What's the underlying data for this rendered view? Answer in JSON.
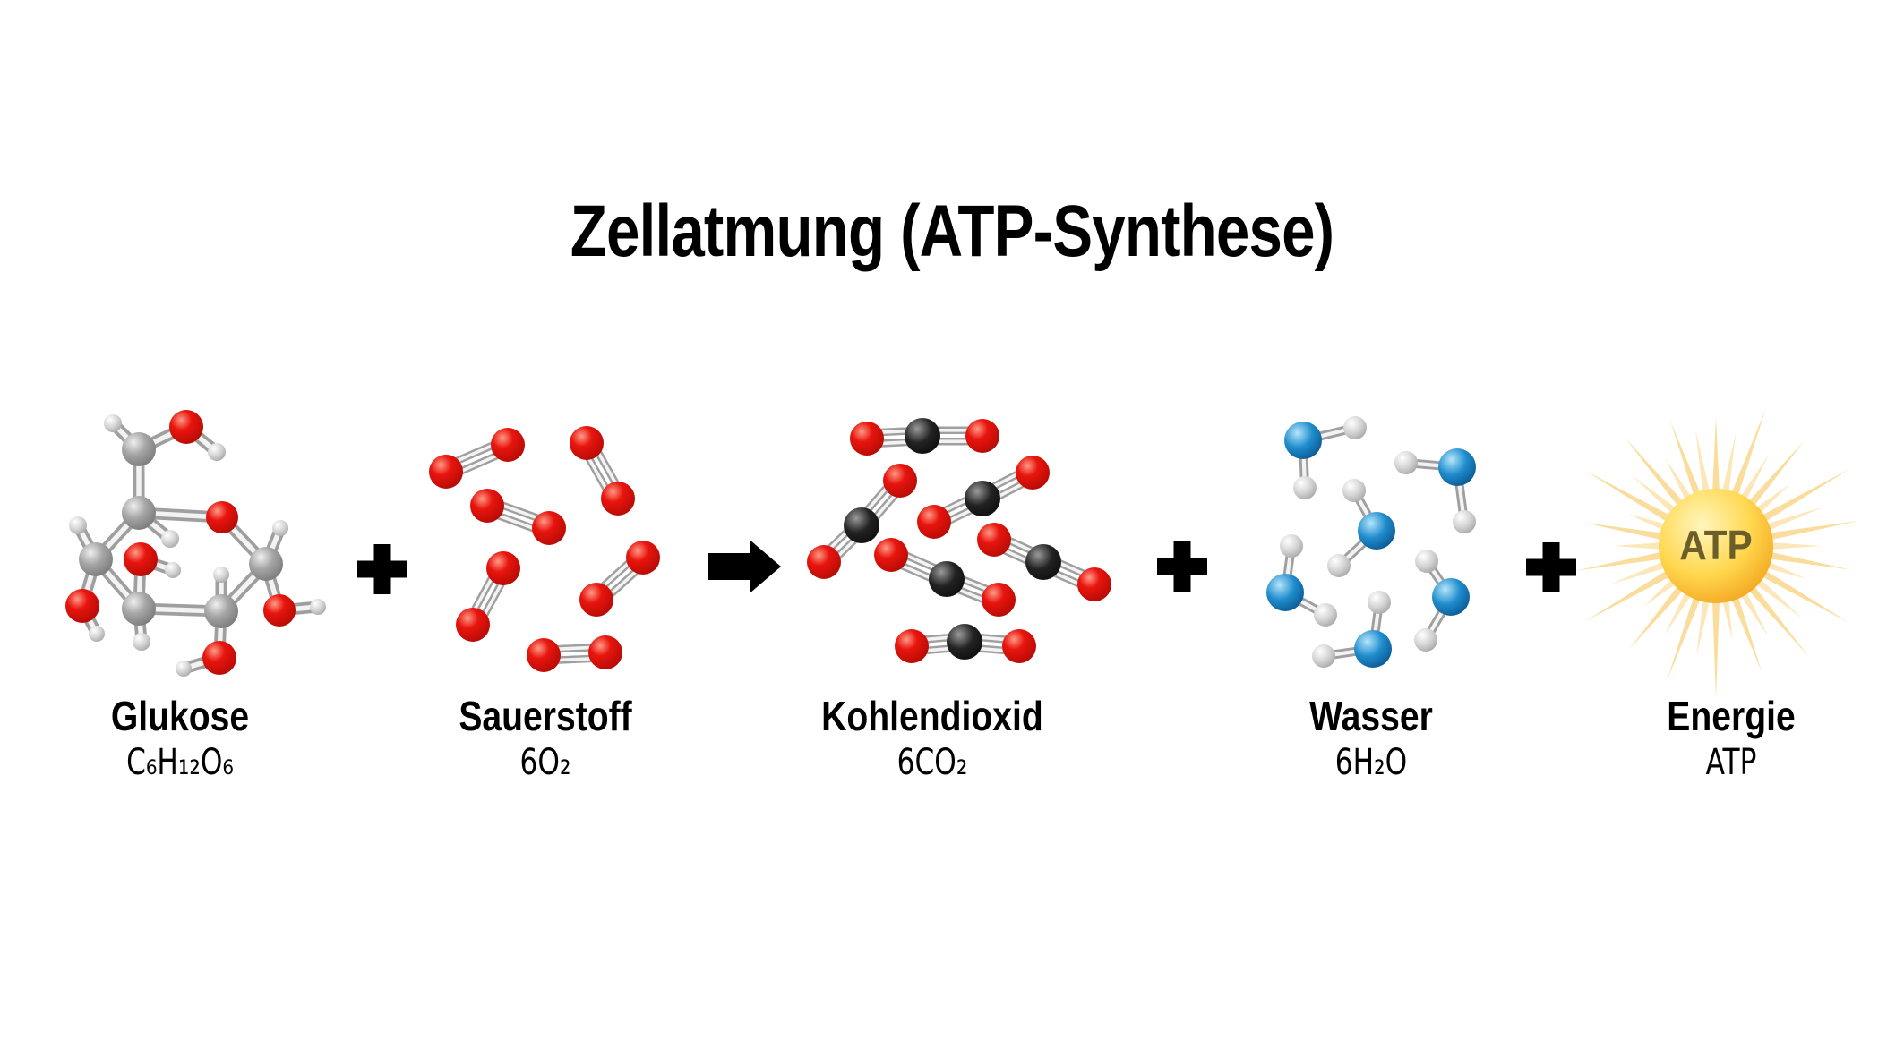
{
  "title": "Zellatmung (ATP-Synthese)",
  "reaction": {
    "species": [
      {
        "name": "Glukose",
        "formula": "C₆H₁₂O₆",
        "count": 1,
        "model": "ball-and-stick",
        "atom_colors": {
          "C": "gray",
          "O": "red",
          "H": "light-gray"
        }
      },
      {
        "name": "Sauerstoff",
        "formula": "6O₂",
        "count": 6,
        "model": "ball-and-stick",
        "atom_colors": {
          "O": "red"
        }
      },
      {
        "name": "Kohlendioxid",
        "formula": "6CO₂",
        "count": 6,
        "model": "ball-and-stick",
        "atom_colors": {
          "C": "black",
          "O": "red"
        }
      },
      {
        "name": "Wasser",
        "formula": "6H₂O",
        "count": 6,
        "model": "ball-and-stick",
        "atom_colors": {
          "O": "blue",
          "H": "light-gray"
        }
      },
      {
        "name": "Energie",
        "formula": "ATP",
        "count": 1,
        "model": "sun"
      }
    ],
    "operators": [
      "+",
      "→",
      "+",
      "+"
    ],
    "sun_text": "ATP"
  },
  "colors": {
    "background": "#ffffff",
    "text": "#000000",
    "oxygen_red": "#e8150e",
    "carbon_gray": "#a5a5a5",
    "carbon_black": "#222222",
    "water_oxygen_blue": "#1f8ccd",
    "hydrogen_gray": "#d2d2d2",
    "bond_outer": "#9f9f9f",
    "bond_inner": "#f3f3f3",
    "operator_black": "#000000",
    "sun_body": "#ffd84f",
    "sun_rays": "#f6c14a",
    "sun_text": "#6b5e28"
  }
}
